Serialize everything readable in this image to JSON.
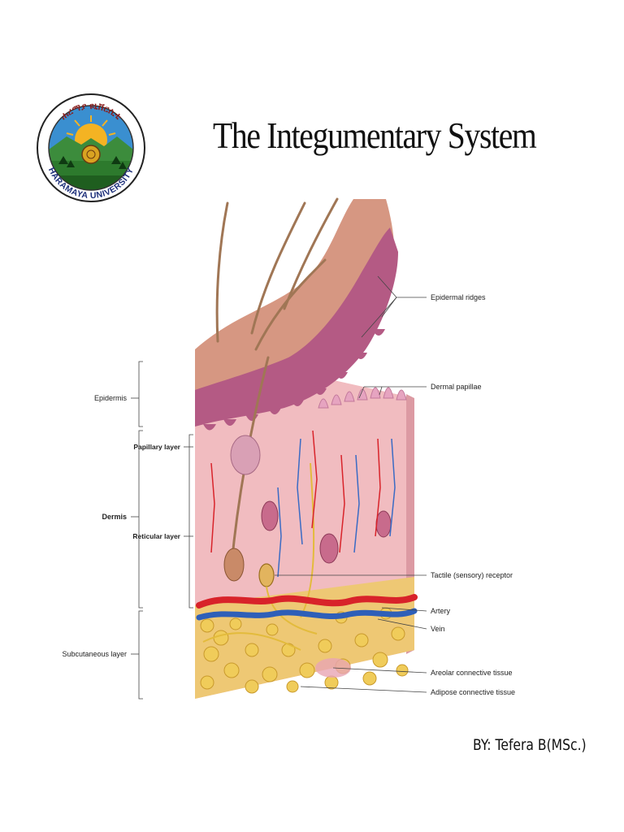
{
  "slide": {
    "title": "The Integumentary System",
    "byline": "BY: Tefera B(MSc.)"
  },
  "logo": {
    "institution": "HARAMAYA UNIVERSITY",
    "amharic_text": "ሐረማያ ዩኒቨርሲቲ"
  },
  "figure": {
    "left_labels": {
      "epidermis": "Epidermis",
      "dermis": "Dermis",
      "papillary_layer": "Papillary layer",
      "reticular_layer": "Reticular layer",
      "subcutaneous_layer": "Subcutaneous layer"
    },
    "right_labels": {
      "epidermal_ridges": "Epidermal ridges",
      "dermal_papillae": "Dermal papillae",
      "tactile_receptor": "Tactile (sensory) receptor",
      "artery": "Artery",
      "vein": "Vein",
      "areolar_tissue": "Areolar connective tissue",
      "adipose_tissue": "Adipose connective tissue"
    }
  },
  "colors": {
    "epidermis": "#c97d8e",
    "dermis": "#f1bcc0",
    "artery": "#d8232a",
    "vein": "#2e5fb8",
    "fat": "#f0cc5a"
  }
}
